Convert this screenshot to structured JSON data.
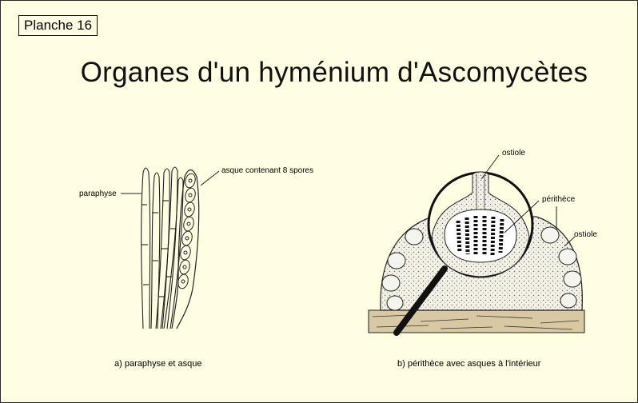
{
  "plate": {
    "label": "Planche 16"
  },
  "title": "Organes d'un hyménium d'Ascomycètes",
  "figure_a": {
    "label_paraphyse": "paraphyse",
    "label_asque": "asque contenant 8 spores",
    "caption": "a) paraphyse et asque"
  },
  "figure_b": {
    "label_ostiole_top": "ostiole",
    "label_perithece": "périthèce",
    "label_ostiole_side": "ostiole",
    "caption": "b) périthèce avec asques à l'intérieur"
  },
  "colors": {
    "background": "#fffde2",
    "stroke": "#222222",
    "substrate": "#d8c9a3"
  }
}
